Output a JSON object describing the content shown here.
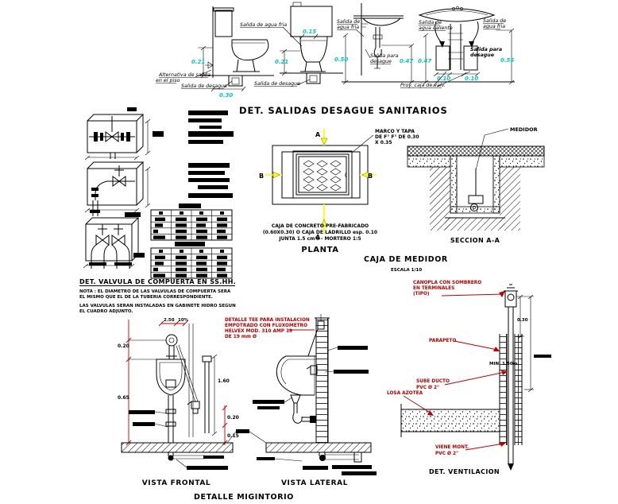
{
  "page_title": "DET. SALIDAS DESAGUE SANITARIOS",
  "colors": {
    "line": "#000000",
    "dim_cyan": "#00c8c8",
    "dim_red": "#c00000",
    "section_yellow": "#ffff00"
  },
  "fixtures": {
    "wc1": {
      "dim_height": "0.21",
      "dim_offset": "0.30",
      "label_alt1": "Alternativa de salida",
      "label_alt2": "en el piso",
      "label_out": "Salida de desague"
    },
    "wc2": {
      "dim_tank": "0.15",
      "dim_height": "0.21",
      "label_cold": "Salida de agua fria",
      "label_out": "Salida de desague"
    },
    "lav1": {
      "dim_height": "0.50",
      "dim_out": "0.47",
      "label_cold1": "Salida de",
      "label_cold2": "agua fria",
      "label_out1": "Salida para",
      "label_out2": "desague"
    },
    "lav2": {
      "dim_out": "0.47",
      "dim_s1": "0.10",
      "dim_s2": "0.10",
      "dim_height": "0.55",
      "label_hot1": "Salida de",
      "label_hot2": "agua caliente",
      "label_cold1": "Salida de",
      "label_cold2": "agua fria",
      "label_out1": "Salida para",
      "label_out2": "desague",
      "label_proy": "Proy. caja de valv."
    }
  },
  "planta": {
    "marco1": "MARCO Y TAPA",
    "marco2": "DE F° F° DE 0.30",
    "marco3": "X 0.35",
    "cap1": "CAJA DE CONCRETO PRE-FABRICADO",
    "cap2": "(0.60X0.30) O CAJA DE LADRILLO esp. 0.10",
    "cap3": "JUNTA 1.5 cm's - MORTERO 1:5",
    "caption": "PLANTA",
    "sec_a": "A",
    "sec_b": "B"
  },
  "seccion": {
    "label_medidor": "MEDIDOR",
    "caption": "SECCION A-A"
  },
  "caja_medidor": {
    "title": "CAJA DE MEDIDOR",
    "scale": "ESCALA 1/10"
  },
  "valvulas": {
    "title": "DET. VALVULA DE COMPUERTA EN SS.HH.",
    "nota1a": "NOTA : EL DIAMETRO DE LAS VALVULAS DE COMPUERTA SERA",
    "nota1b": "EL MISMO QUE EL DE LA TUBERIA CORRESPONDIENTE.",
    "nota2a": "LAS VALVULAS SERAN INSTALADAS EN GABINETE HIDRO SEGUN",
    "nota2b": "EL CUADRO ADJUNTO."
  },
  "migintorio": {
    "note1": "DETALLE TEE PARA INSTALACION",
    "note2": "EMPOTRADO CON FLUXOMETRO",
    "note3": "HELVEX MOD. 310 AMP 19",
    "note4": "DE 19 mm Ø",
    "dim_top1": "2.50",
    "dim_top2": "10%",
    "dim_a": "0.20",
    "dim_b": "0.65",
    "dim_c": "1.60",
    "dim_d": "0.20",
    "dim_e": "0.15",
    "caption_front": "VISTA FRONTAL",
    "caption_side": "VISTA LATERAL",
    "title": "DETALLE MIGINTORIO"
  },
  "ventilacion": {
    "lbl_cap1": "CANOPLA CON SOMBRERO",
    "lbl_cap2": "EN TERMINALES",
    "lbl_cap3": "(TIPO)",
    "lbl_parapeto": "PARAPETO",
    "lbl_sube1": "SUBE DUCTO",
    "lbl_sube2": "PVC Ø 2\"",
    "lbl_losa": "LOSA AZOTEA",
    "lbl_viene1": "VIENE MONT.",
    "lbl_viene2": "PVC Ø 2\"",
    "dim1": "0.30",
    "dim2": "MIN. 1.50m",
    "title": "DET. VENTILACION"
  }
}
